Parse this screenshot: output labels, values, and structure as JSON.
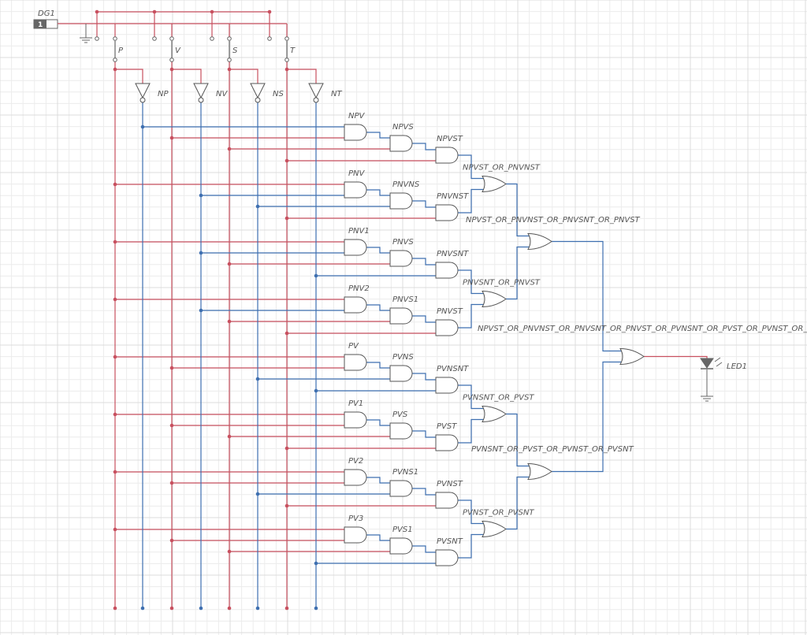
{
  "colors": {
    "grid": "#ececec",
    "gridMajor": "#dcdcdc",
    "high": "#c8505f",
    "low": "#3e6fb0",
    "gate": "#555555",
    "label": "#555555",
    "switchBody": "#666666"
  },
  "source": {
    "label": "DG1",
    "value": "1"
  },
  "inputs": [
    "P",
    "V",
    "S",
    "T"
  ],
  "inverters": [
    "NP",
    "NV",
    "NS",
    "NT"
  ],
  "and2_gates": [
    "NPV",
    "PNV",
    "PNV1",
    "PNV2",
    "PV",
    "PV1",
    "PV2",
    "PV3"
  ],
  "and3_gates": [
    "NPVS",
    "PNVNS",
    "PNVS",
    "PNVS1",
    "PVNS",
    "PVS",
    "PVNS1",
    "PVS1"
  ],
  "and4_gates": [
    "NPVST",
    "PNVNST",
    "PNVSNT",
    "PNVST",
    "PVNSNT",
    "PVST",
    "PVNST",
    "PVSNT"
  ],
  "or_level1": [
    "NPVST_OR_PNVNST",
    "PNVSNT_OR_PNVST",
    "PVNSNT_OR_PVST",
    "PVNST_OR_PVSNT"
  ],
  "or_level2": [
    "NPVST_OR_PNVNST_OR_PNVSNT_OR_PNVST",
    "PVNSNT_OR_PVST_OR_PVNST_OR_PVSNT"
  ],
  "or_final": "NPVST_OR_PNVNST_OR_PNVSNT_OR_PNVST_OR_PVNSNT_OR_PVST_OR_PVNST_OR_PVSNT",
  "output": {
    "label": "LED1",
    "icon": "led-icon"
  }
}
